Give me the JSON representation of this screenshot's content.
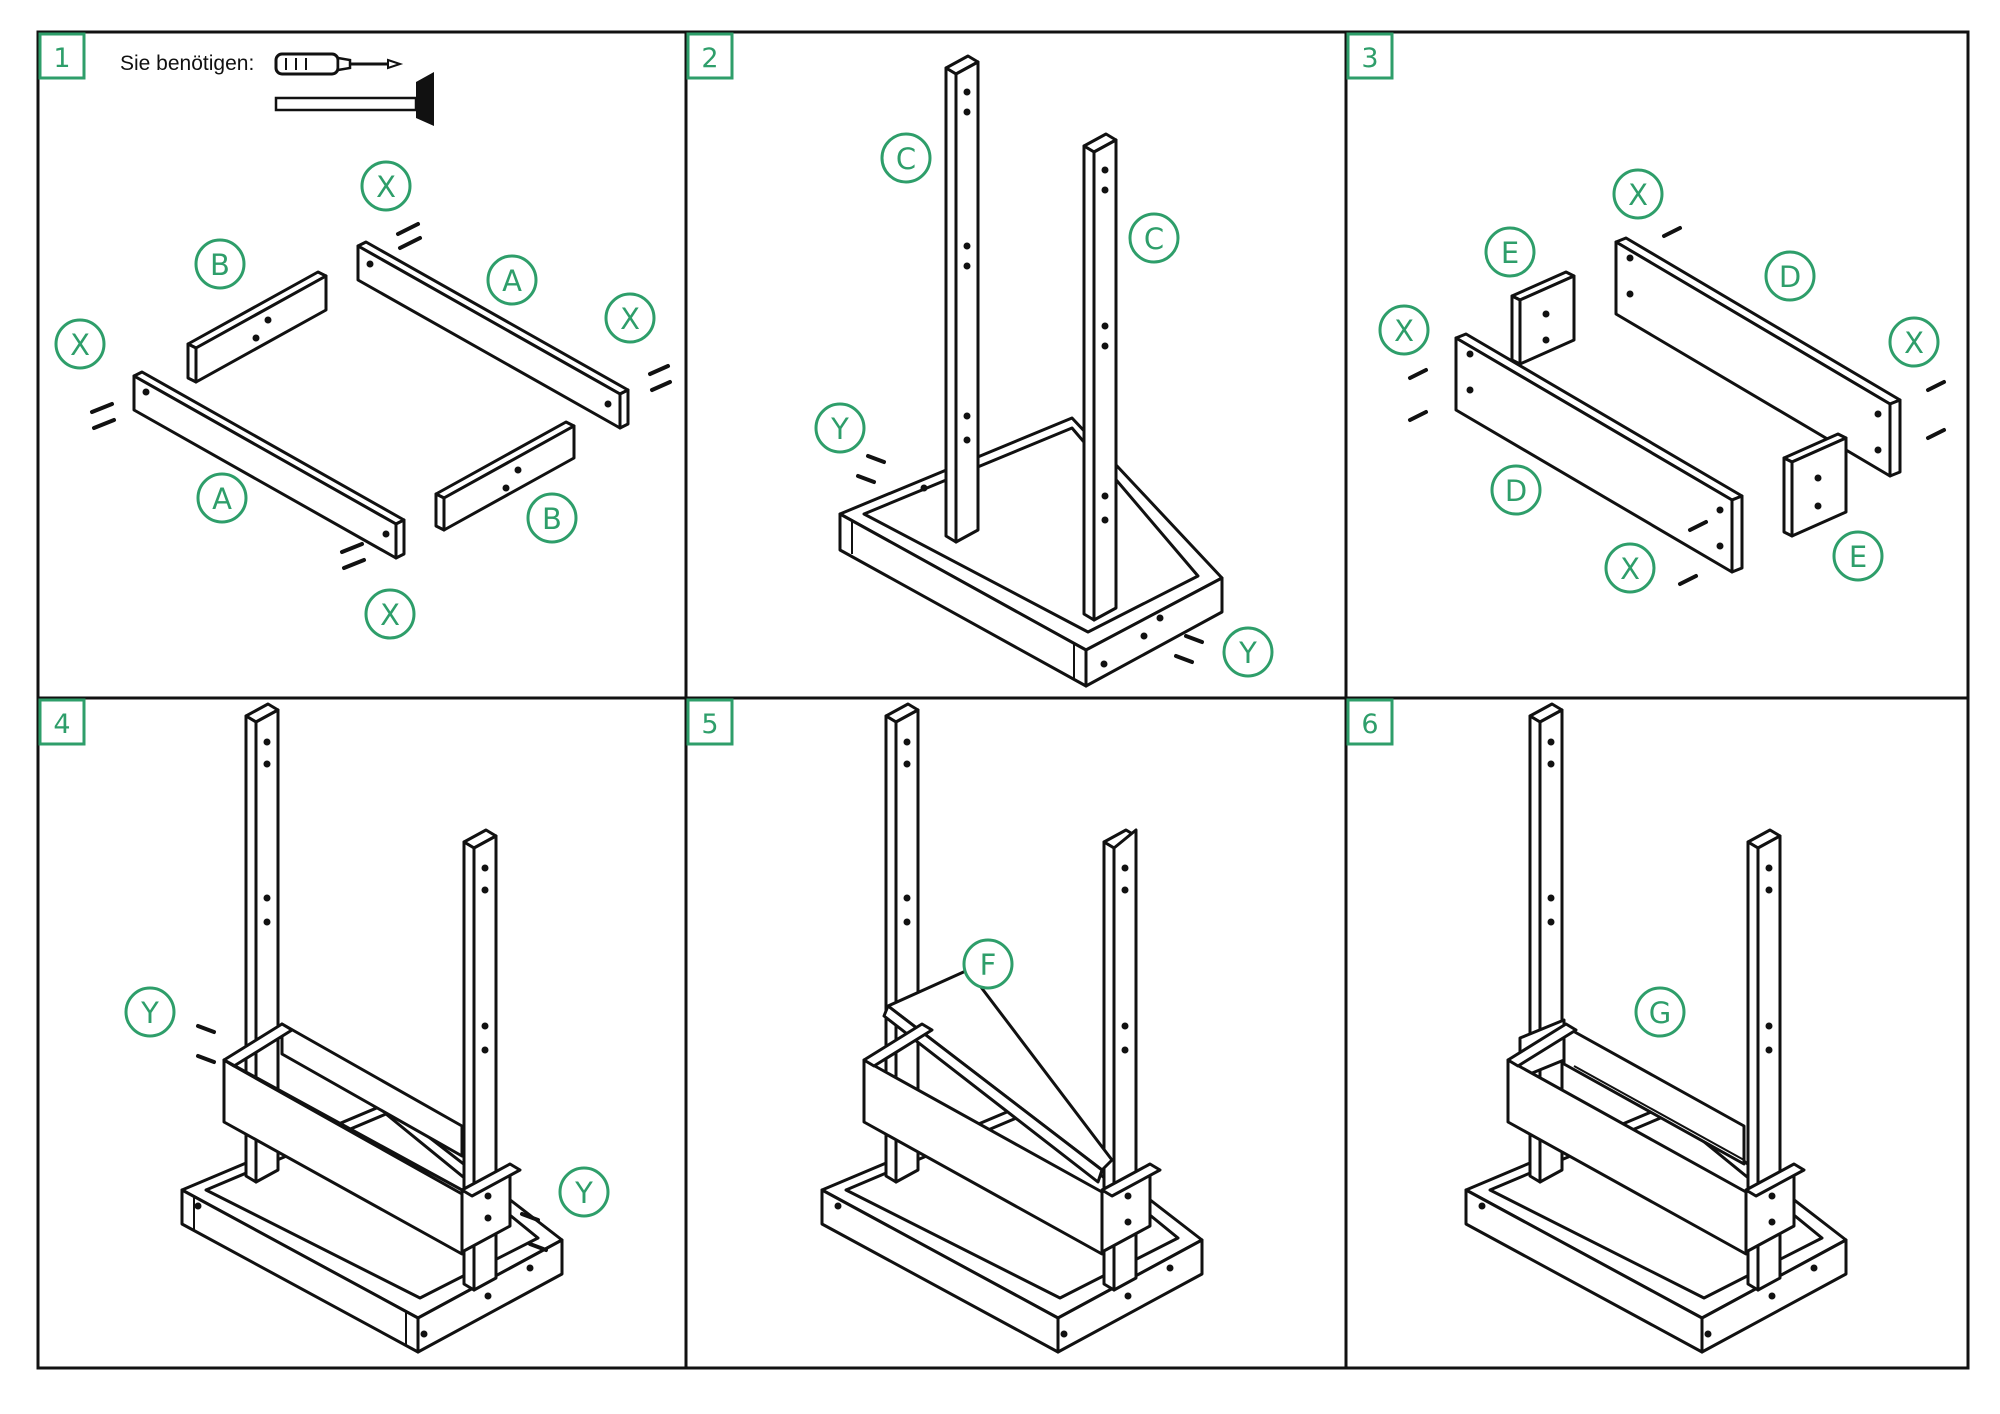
{
  "tools": {
    "label": "Sie benötigen:",
    "items": [
      "screwdriver-icon",
      "hammer-icon"
    ]
  },
  "steps": [
    {
      "number": "1",
      "parts": [
        "A",
        "B",
        "X"
      ]
    },
    {
      "number": "2",
      "parts": [
        "C",
        "Y"
      ]
    },
    {
      "number": "3",
      "parts": [
        "D",
        "E",
        "X"
      ]
    },
    {
      "number": "4",
      "parts": [
        "Y"
      ]
    },
    {
      "number": "5",
      "parts": [
        "F"
      ]
    },
    {
      "number": "6",
      "parts": [
        "G"
      ]
    }
  ],
  "labels": {
    "A": "A",
    "B": "B",
    "C": "C",
    "D": "D",
    "E": "E",
    "F": "F",
    "G": "G",
    "X": "X",
    "Y": "Y"
  },
  "colors": {
    "accent": "#2e9e6a",
    "line": "#111111",
    "background": "#ffffff"
  }
}
